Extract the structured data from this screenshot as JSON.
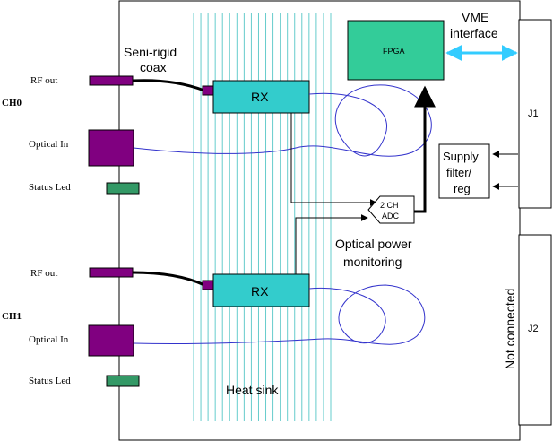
{
  "channels": [
    {
      "name": "CH0",
      "rf_out_label": "RF out",
      "optical_in_label": "Optical In",
      "status_led_label": "Status Led",
      "rx_label": "RX"
    },
    {
      "name": "CH1",
      "rf_out_label": "RF out",
      "optical_in_label": "Optical In",
      "status_led_label": "Status Led",
      "rx_label": "RX"
    }
  ],
  "coax_label": [
    "Seni-rigid",
    "coax"
  ],
  "heat_sink_label": "Heat sink",
  "fpga_label": "FPGA",
  "vme_label": [
    "VME",
    "interface"
  ],
  "adc_label": [
    "2 CH",
    "ADC"
  ],
  "optical_power_label": [
    "Optical power",
    "monitoring"
  ],
  "supply_label": [
    "Supply",
    "filter/",
    "reg"
  ],
  "connectors": {
    "j1": "J1",
    "j2": "J2",
    "not_connected": "Not connected"
  },
  "colors": {
    "rx_fill": "#33cccc",
    "fpga_fill": "#33cc99",
    "connector_fill": "#800080",
    "led_fill": "#339966",
    "heat_sink_line": "#66cccc",
    "fiber": "#3333cc",
    "vme_arrow": "#33ccff"
  }
}
